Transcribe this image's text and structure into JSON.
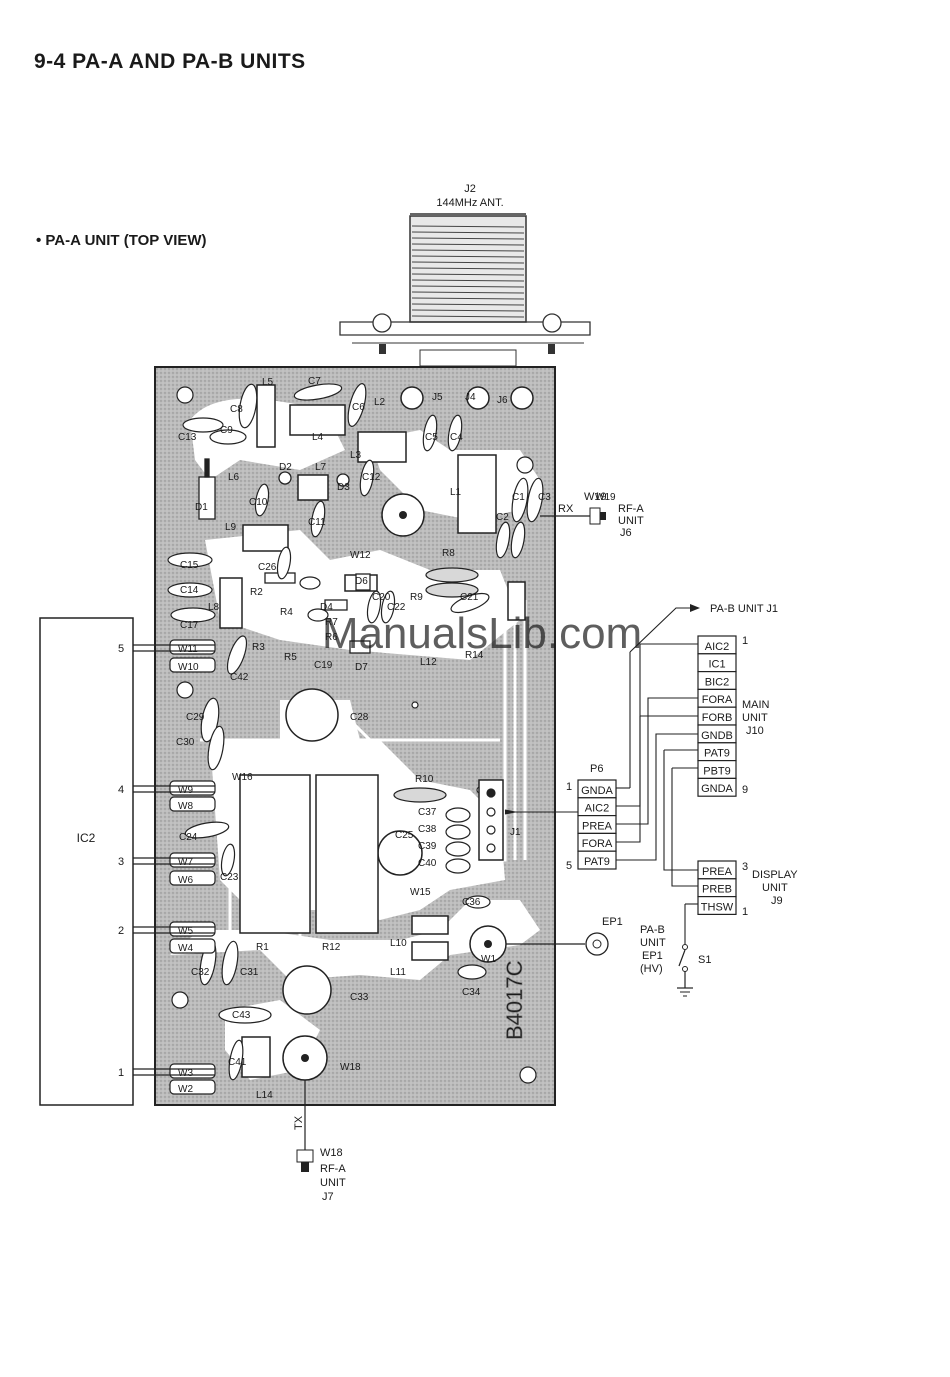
{
  "page": {
    "heading": "9-4  PA-A AND PA-B UNITS",
    "subheading": "• PA-A UNIT (TOP VIEW)",
    "watermark": "ManualsLib.com",
    "board_id": "B4017C"
  },
  "antenna": {
    "ref": "J2",
    "label": "144MHz ANT."
  },
  "ic": {
    "ref": "IC2",
    "pin_numbers": [
      "5",
      "4",
      "3",
      "2",
      "1"
    ]
  },
  "board_refs": {
    "left_edge_pads": [
      "W11",
      "W10",
      "W9",
      "W8",
      "W7",
      "W6",
      "W5",
      "W4",
      "W3",
      "W2"
    ],
    "top_area": [
      "L5",
      "C7",
      "C8",
      "C9",
      "C13",
      "L4",
      "C6",
      "L2",
      "J5",
      "J4",
      "J6",
      "C5",
      "C4",
      "L3",
      "C12",
      "L7",
      "D2",
      "L6",
      "D1",
      "C10",
      "C11",
      "D3",
      "L9",
      "L1",
      "W19",
      "C1",
      "C3",
      "C2"
    ],
    "mid_area": [
      "C15",
      "C26",
      "W12",
      "R8",
      "C14",
      "L8",
      "R2",
      "D6",
      "C20",
      "C22",
      "R9",
      "C21",
      "C17",
      "R4",
      "D4",
      "R3",
      "R5",
      "C19",
      "D7",
      "L12",
      "R14",
      "C42",
      "R7",
      "R6"
    ],
    "lower_area": [
      "C29",
      "C28",
      "C30",
      "W16",
      "R10",
      "C24",
      "C25",
      "C37",
      "C38",
      "C39",
      "C40",
      "J1",
      "C23",
      "W15",
      "C36",
      "R1",
      "R12",
      "L10",
      "L11",
      "W1",
      "C32",
      "C31",
      "C33",
      "C34",
      "C43",
      "C41",
      "L14",
      "W18"
    ]
  },
  "rx_connector": {
    "signal": "RX",
    "ref": "W19",
    "dest": [
      "RF-A",
      "UNIT",
      "J6"
    ]
  },
  "tx_connector": {
    "signal": "TX",
    "ref": "W18",
    "dest": [
      "RF-A",
      "UNIT",
      "J7"
    ]
  },
  "pab_link": {
    "label": "PA-B UNIT J1"
  },
  "main_unit": {
    "label": [
      "MAIN",
      "UNIT",
      "J10"
    ],
    "pins": [
      "AIC2",
      "IC1",
      "BIC2",
      "FORA",
      "FORB",
      "GNDB",
      "PAT9",
      "PBT9",
      "GNDA"
    ],
    "first_pin": "1",
    "last_pin": "9"
  },
  "p6": {
    "ref": "P6",
    "pins": [
      "GNDA",
      "AIC2",
      "PREA",
      "FORA",
      "PAT9"
    ],
    "first_pin": "1",
    "last_pin": "5"
  },
  "display_unit": {
    "label": [
      "DISPLAY",
      "UNIT",
      "J9"
    ],
    "pins": [
      "PREA",
      "PREB",
      "THSW"
    ],
    "first_pin": "3",
    "last_pin": "1"
  },
  "ep1": {
    "ref": "EP1",
    "dest": [
      "PA-B",
      "UNIT",
      "EP1",
      "(HV)"
    ]
  },
  "switch": {
    "ref": "S1"
  }
}
